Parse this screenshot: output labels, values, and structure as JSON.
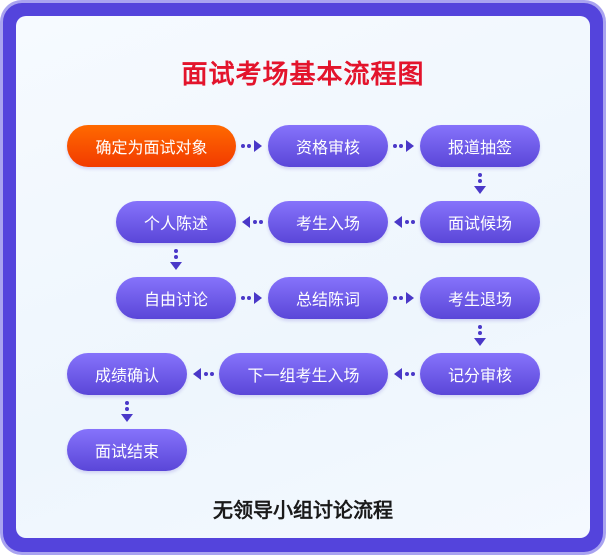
{
  "title": "面试考场基本流程图",
  "footer": "无领导小组讨论流程",
  "colors": {
    "accent": "#5a46d8",
    "start": "#f23a00",
    "title": "#e3142c",
    "arrow": "#4a38c8"
  },
  "steps": [
    "确定为面试对象",
    "资格审核",
    "报道抽签",
    "面试候场",
    "考生入场",
    "个人陈述",
    "自由讨论",
    "总结陈词",
    "考生退场",
    "记分审核",
    "下一组考生入场",
    "成绩确认",
    "面试结束"
  ]
}
